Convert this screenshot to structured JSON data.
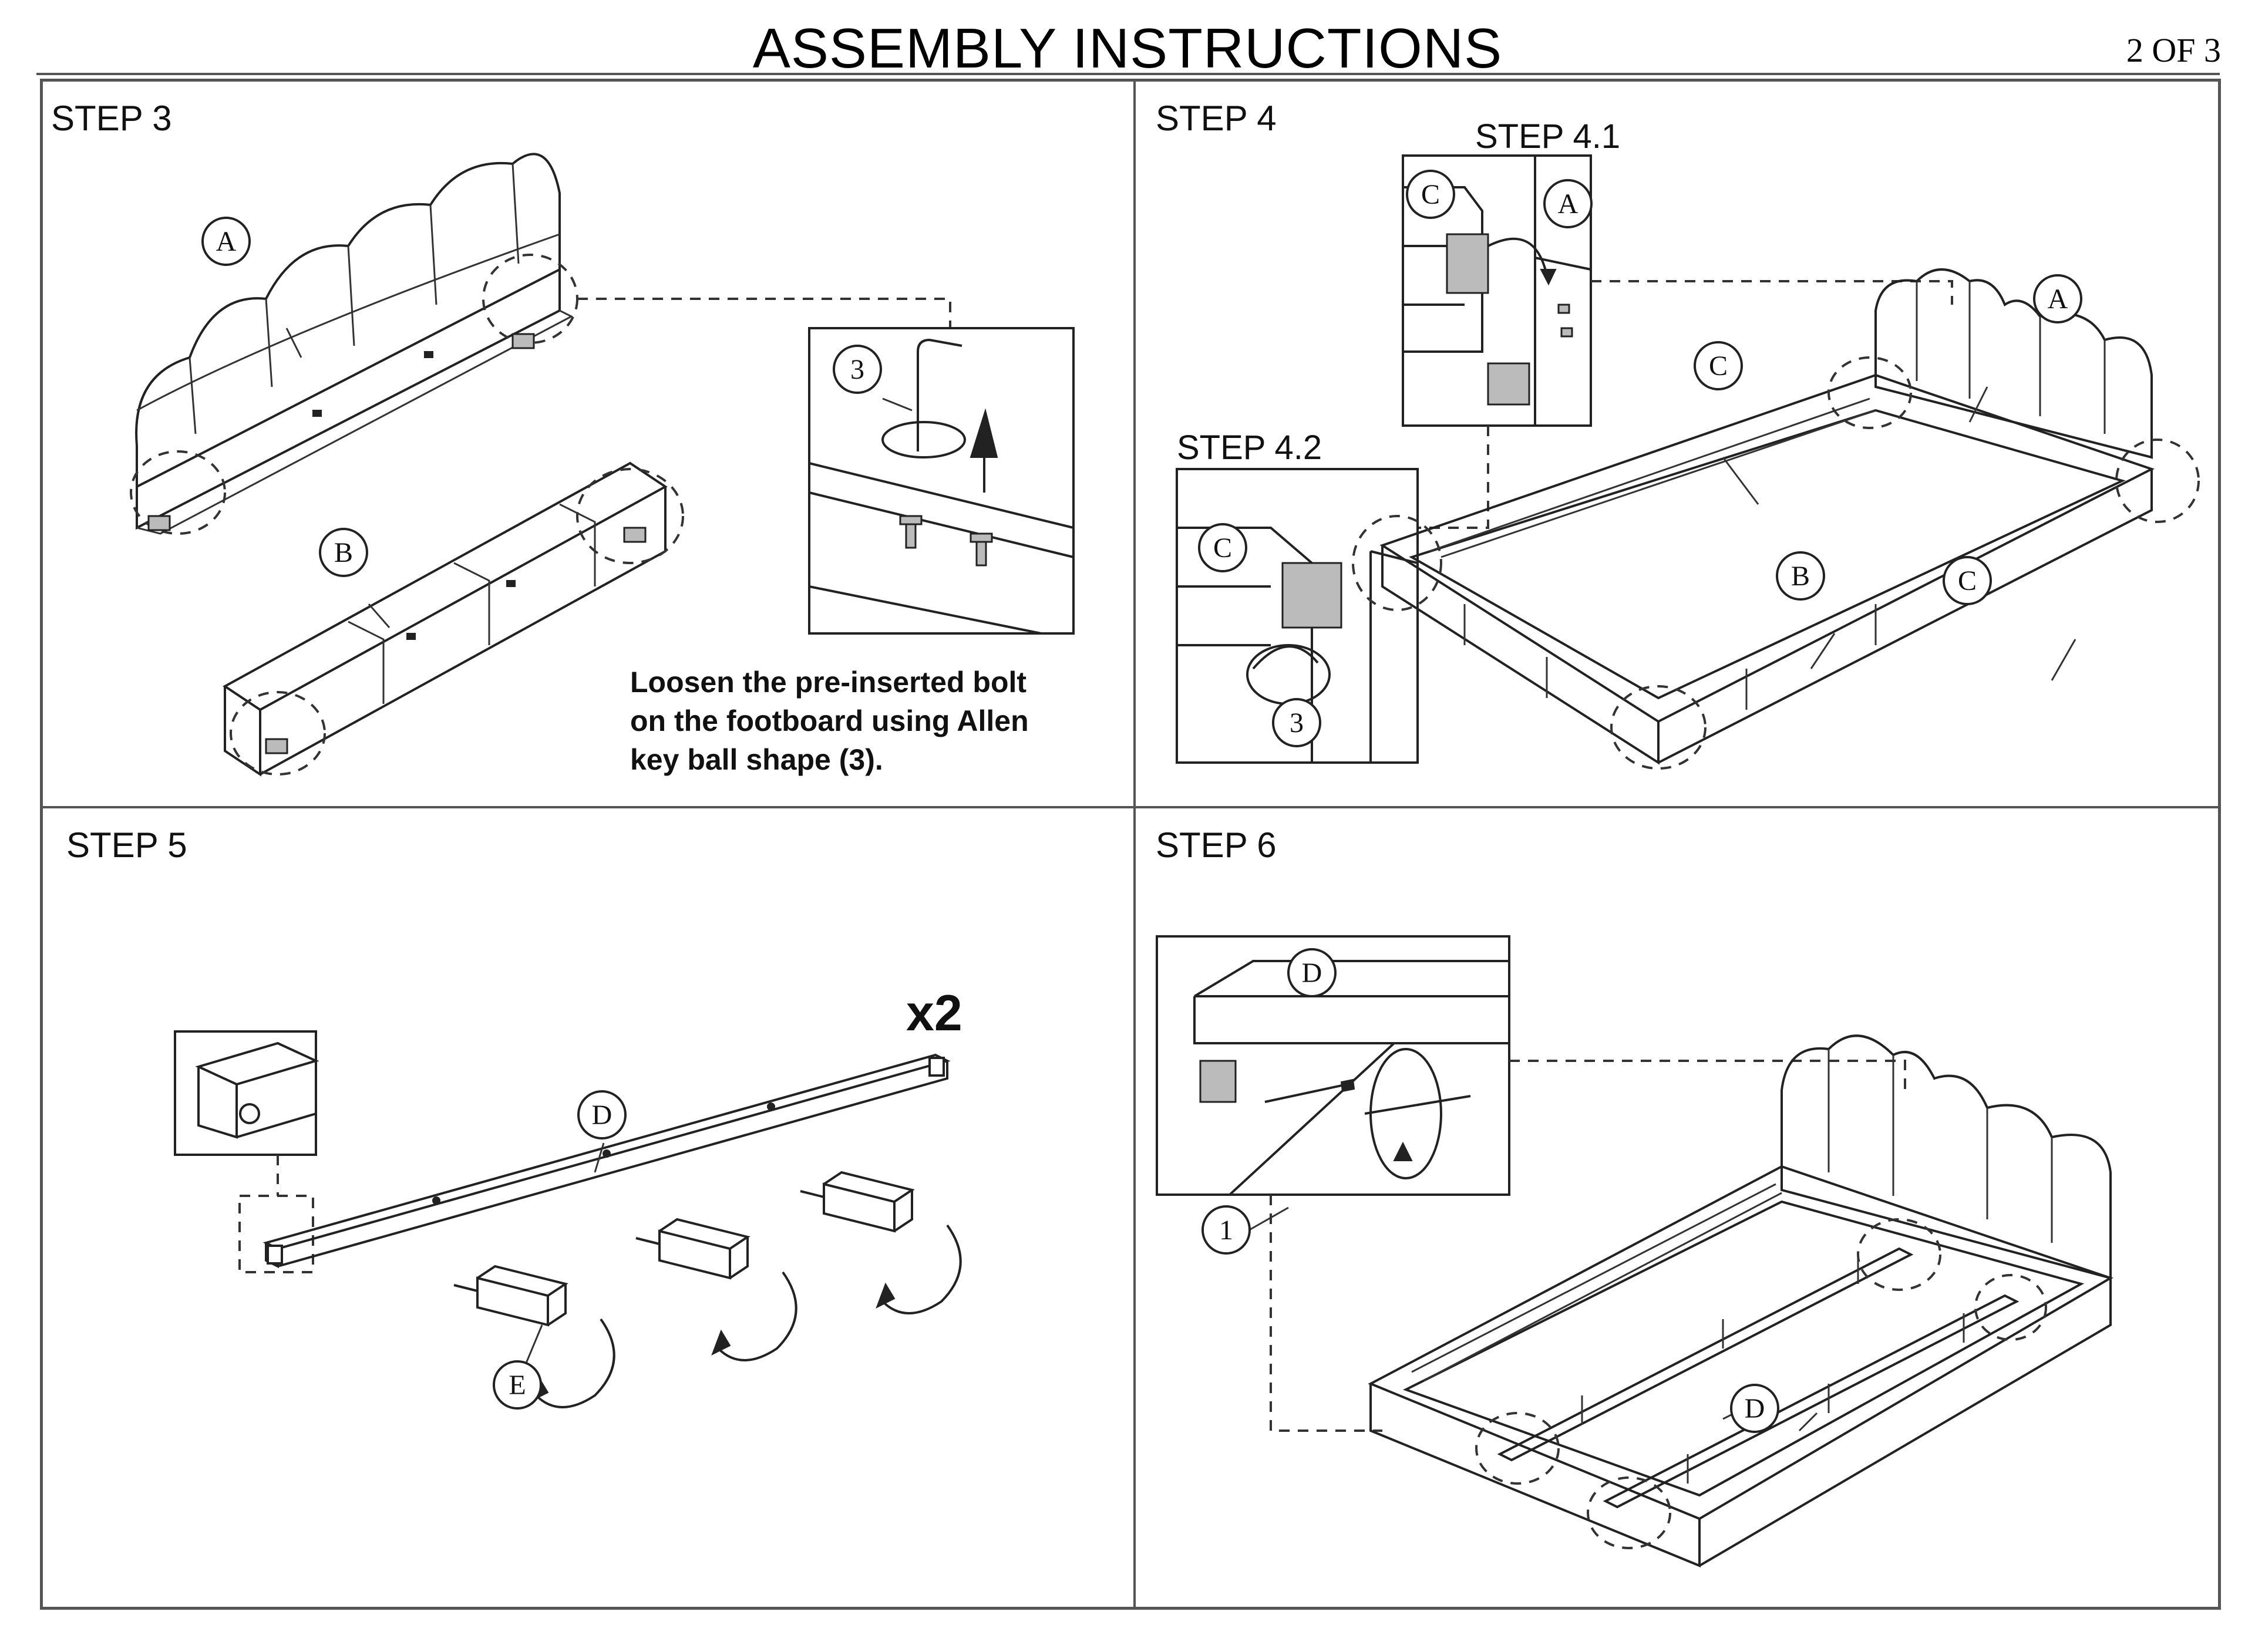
{
  "header": {
    "title": "ASSEMBLY INSTRUCTIONS",
    "page": "2 OF 3"
  },
  "step3": {
    "label": "STEP 3",
    "callouts": {
      "a": "A",
      "b": "B",
      "tool": "3"
    },
    "note": [
      "Loosen the pre-inserted bolt",
      "on the footboard using Allen",
      "key ball shape (3)."
    ]
  },
  "step4": {
    "label": "STEP 4",
    "sub1": {
      "label": "STEP 4.1",
      "callouts": {
        "c": "C",
        "a": "A"
      }
    },
    "sub2": {
      "label": "STEP 4.2",
      "callouts": {
        "c": "C",
        "tool": "3"
      }
    },
    "callouts": {
      "c1": "C",
      "a": "A",
      "b": "B",
      "c2": "C"
    }
  },
  "step5": {
    "label": "STEP 5",
    "multiplier": "x2",
    "callouts": {
      "d": "D",
      "e": "E"
    }
  },
  "step6": {
    "label": "STEP 6",
    "callouts": {
      "d_inset": "D",
      "tool": "1",
      "d": "D"
    }
  }
}
